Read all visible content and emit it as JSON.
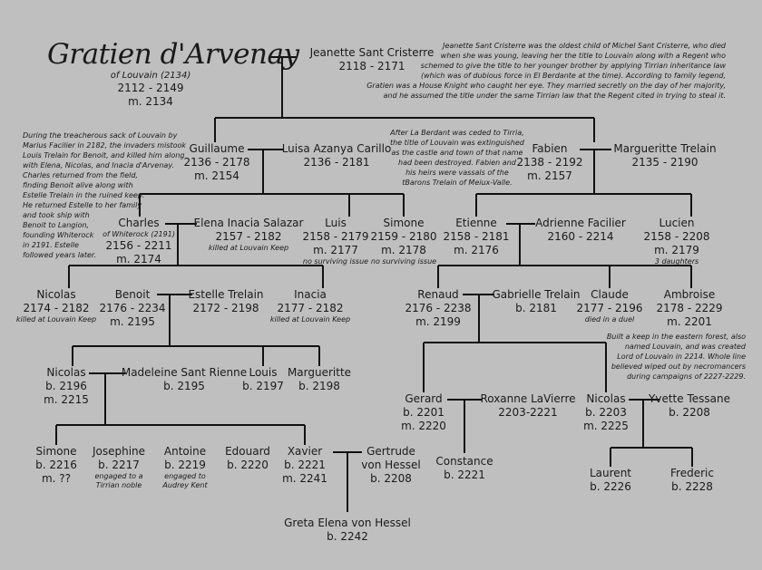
{
  "title_name": "Gratien d'Arvenay",
  "people": {
    "gratien": {
      "note_above": "",
      "lines": [
        "of Louvain (2134)",
        "2112 - 2149",
        "m. 2134"
      ],
      "note": ""
    },
    "jeanette": {
      "name": "Jeanette Sant Cristerre",
      "lines": [
        "2118 - 2171"
      ]
    },
    "guillaume": {
      "name": "Guillaume",
      "lines": [
        "2136 - 2178",
        "m. 2154"
      ]
    },
    "luisa": {
      "name": "Luisa Azanya Carillo",
      "lines": [
        "2136 - 2181"
      ]
    },
    "fabien": {
      "name": "Fabien",
      "lines": [
        "2138 - 2192",
        "m. 2157"
      ]
    },
    "marguerite_trelain": {
      "name": "Margueritte Trelain",
      "lines": [
        "2135 - 2190"
      ]
    },
    "charles": {
      "name": "Charles",
      "lines": [
        "2156 - 2211",
        "m. 2174"
      ],
      "note": "of Whiterock (2191)"
    },
    "elena_inacia": {
      "name": "Elena Inacia Salazar",
      "lines": [
        "2157 - 2182"
      ],
      "note": "killed at Louvain Keep"
    },
    "luis": {
      "name": "Luis",
      "lines": [
        "2158 - 2179",
        "m. 2177"
      ],
      "note": "no surviving issue"
    },
    "simone1": {
      "name": "Simone",
      "lines": [
        "2159 - 2180",
        "m. 2178"
      ],
      "note": "no surviving issue"
    },
    "etienne": {
      "name": "Etienne",
      "lines": [
        "2158 - 2181",
        "m. 2176"
      ]
    },
    "adrienne": {
      "name": "Adrienne Facilier",
      "lines": [
        "2160 - 2214"
      ]
    },
    "lucien": {
      "name": "Lucien",
      "lines": [
        "2158 - 2208",
        "m. 2179"
      ],
      "note": "3 daughters"
    },
    "nicolas1": {
      "name": "Nicolas",
      "lines": [
        "2174 - 2182"
      ],
      "note": "killed at Louvain Keep"
    },
    "benoit": {
      "name": "Benoit",
      "lines": [
        "2176 - 2234",
        "m. 2195"
      ]
    },
    "estelle": {
      "name": "Estelle Trelain",
      "lines": [
        "2172 - 2198"
      ]
    },
    "inacia": {
      "name": "Inacia",
      "lines": [
        "2177 - 2182"
      ],
      "note": "killed at Louvain Keep"
    },
    "renaud": {
      "name": "Renaud",
      "lines": [
        "2176 - 2238",
        "m. 2199"
      ]
    },
    "gabrielle": {
      "name": "Gabrielle Trelain",
      "lines": [
        "b. 2181"
      ]
    },
    "claude": {
      "name": "Claude",
      "lines": [
        "2177 - 2196"
      ],
      "note": "died in a duel"
    },
    "ambroise": {
      "name": "Ambroise",
      "lines": [
        "2178 - 2229",
        "m. 2201"
      ]
    },
    "nicolas2": {
      "name": "Nicolas",
      "lines": [
        "b. 2196",
        "m. 2215"
      ]
    },
    "madeleine": {
      "name": "Madeleine Sant Rienne",
      "lines": [
        "b. 2195"
      ]
    },
    "louis": {
      "name": "Louis",
      "lines": [
        "b. 2197"
      ]
    },
    "marguerite2": {
      "name": "Margueritte",
      "lines": [
        "b. 2198"
      ]
    },
    "gerard": {
      "name": "Gerard",
      "lines": [
        "b. 2201",
        "m. 2220"
      ]
    },
    "roxanne": {
      "name": "Roxanne LaVierre",
      "lines": [
        "2203-2221"
      ]
    },
    "nicolas3": {
      "name": "Nicolas",
      "lines": [
        "b. 2203",
        "m. 2225"
      ]
    },
    "yvette": {
      "name": "Yvette Tessane",
      "lines": [
        "b. 2208"
      ]
    },
    "simone2": {
      "name": "Simone",
      "lines": [
        "b. 2216",
        "m. ??"
      ]
    },
    "josephine": {
      "name": "Josephine",
      "lines": [
        "b. 2217"
      ],
      "note": "engaged to a\nTirrian noble"
    },
    "antoine": {
      "name": "Antoine",
      "lines": [
        "b. 2219"
      ],
      "note": "engaged to\nAudrey Kent"
    },
    "edouard": {
      "name": "Edouard",
      "lines": [
        "b. 2220"
      ]
    },
    "xavier": {
      "name": "Xavier",
      "lines": [
        "b. 2221",
        "m. 2241"
      ]
    },
    "gertrude": {
      "name": "Gertrude",
      "lines": [
        "von Hessel",
        "b. 2208"
      ]
    },
    "constance": {
      "name": "Constance",
      "lines": [
        "b. 2221"
      ]
    },
    "laurent": {
      "name": "Laurent",
      "lines": [
        "b. 2226"
      ]
    },
    "frederic": {
      "name": "Frederic",
      "lines": [
        "b. 2228"
      ]
    },
    "greta": {
      "name": "Greta Elena von Hessel",
      "lines": [
        "b. 2242"
      ]
    }
  },
  "notes": {
    "jeanette": "Jeanette Sant Cristerre was the oldest child of Michel Sant Cristerre, who died\nwhen she was young, leaving her the title to Louvain along with a Regent who\nschemed to give  the title to her younger brother by applying Tirrian inheritance law\n(which was of dubious force in El Berdante at the time).  According to family legend,\nGratien was a House Knight who caught her eye.  They married secretly on the day of her majority,\nand he assumed the title under the same Tirrian law that the Regent cited in trying to steal it.",
    "louvain": "During the treacherous sack of Louvain by\nMarius Facilier in 2182, the invaders mistook\nLouis Trelain for Benoit, and killed him along\nwith Elena, Nicolas, and Inacia d'Arvenay.\nCharles returned from the field,\nfinding Benoit alive along with\nEstelle Trelain in the ruined keep.\nHe returned Estelle to her family\nand took ship with\nBenoit to Langion,\nfounding Whiterock\nin 2191.  Estelle\nfollowed years later.",
    "tirria": "After La Berdant was ceded to Tirria,\nthe title of Louvain was extinguished\nas the castle and town of that name\nhad been destroyed.  Fabien and\nhis heirs were vassals of  the\ntBarons Trelain of Meiux-Valle.",
    "ambroise": "Built a keep in the eastern forest, also\nnamed Louvain, and was created\nLord of Louvain  in 2214.  Whole line\nbelieved wiped out by necromancers\nduring campaigns of 2227-2229."
  }
}
